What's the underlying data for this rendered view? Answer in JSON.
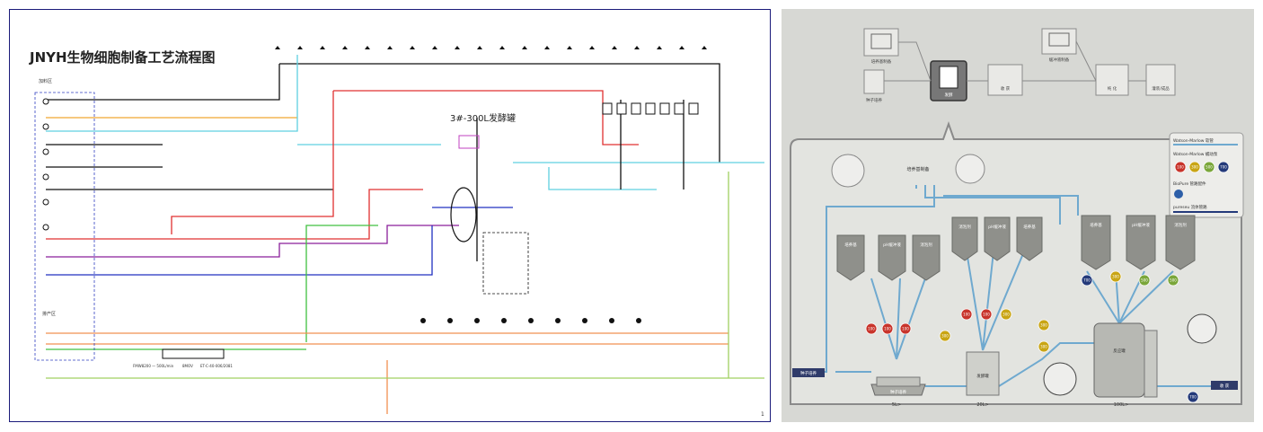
{
  "left": {
    "title": "JNYH生物细胞制备工艺流程图",
    "fermenter_label": "3#-300L发酵罐",
    "legend_left_top": "加料区",
    "legend_left_bottom": "排产区",
    "page_number": "1",
    "footer_specs": [
      "FMW8200 — 500L/min",
      "8MOV",
      "ET-C-40-006/2081"
    ]
  },
  "right": {
    "top_flow": {
      "nodes": [
        "培养基制备",
        "种子培养",
        "发酵",
        "收 获",
        "缓冲液制备",
        "纯 化",
        "灌装/成品"
      ]
    },
    "legend": {
      "watson_tube": "Watson-Marlow 软管",
      "watson_pump": "Watson-Marlow 蠕动泵",
      "pump_values": [
        "100",
        "300",
        "500",
        "700"
      ],
      "biopure": "BioPure 管路配件",
      "pureseu": "pureseu 流体管路"
    },
    "media_prep_label": "培养基制备",
    "bags_5L": [
      "培养基",
      "pH缓冲液",
      "消泡剂"
    ],
    "bags_20L": [
      "消泡剂",
      "pH缓冲液",
      "培养基"
    ],
    "bags_100L": [
      "培养基",
      "pH缓冲液",
      "消泡剂"
    ],
    "pumps_5L": [
      "100",
      "100",
      "100"
    ],
    "pumps_20L": [
      "100",
      "100",
      "300"
    ],
    "pumps_100L": [
      "700",
      "300",
      "500",
      "500"
    ],
    "seed_label": "种子培养",
    "vessel_5L_label": "种子培养",
    "vessel_20L_label": "发酵罐",
    "vessel_100L_label": "反应罐",
    "size_5L": "5L>",
    "size_20L": "20L>",
    "size_100L": "100L>",
    "outlet_label": "收 获",
    "mid_pumps": [
      "300",
      "300",
      "300",
      "700"
    ]
  },
  "colors": {
    "panel_bg": "#d7d8d4",
    "tube": "#6fa9cf",
    "pump_red": "#c8342b",
    "pump_yellow": "#c9a514",
    "pump_green": "#7aa63a",
    "pump_navy": "#243a7a"
  }
}
